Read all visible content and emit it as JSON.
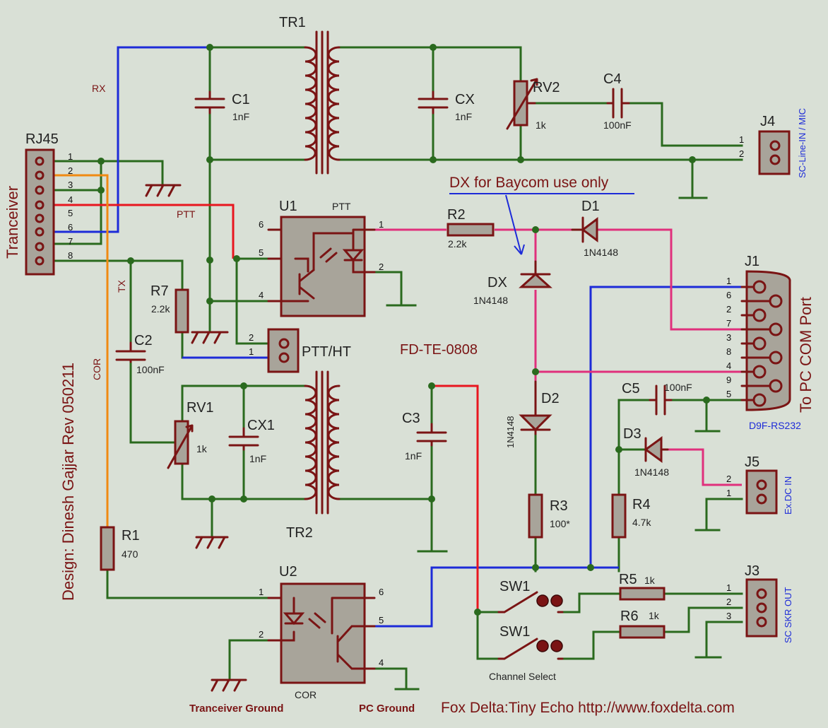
{
  "title_block": {
    "footer": "Fox Delta:Tiny Echo http://www.foxdelta.com",
    "designer": "Design: Dinesh Gajjar Rev 050211",
    "board_id": "FD-TE-0808",
    "note": "DX for Baycom use only",
    "left_label": "Tranceiver",
    "right_label": "To PC COM Port"
  },
  "components": {
    "tr1": "TR1",
    "tr2": "TR2",
    "c1": "C1",
    "c1_val": "1nF",
    "cx": "CX",
    "cx_val": "1nF",
    "rv2": "RV2",
    "rv2_val": "1k",
    "c4": "C4",
    "c4_val": "100nF",
    "j4": "J4",
    "j4_label": "SC-Line-IN / MIC",
    "rj45": "RJ45",
    "u1": "U1",
    "u1_ptt": "PTT",
    "r2": "R2",
    "r2_val": "2.2k",
    "d1": "D1",
    "d1_val": "1N4148",
    "dx": "DX",
    "dx_val": "1N4148",
    "j1": "J1",
    "j1_label": "D9F-RS232",
    "r7": "R7",
    "r7_val": "2.2k",
    "c2": "C2",
    "c2_val": "100nF",
    "ptt_ht": "PTT/HT",
    "rv1": "RV1",
    "rv1_val": "1k",
    "cx1": "CX1",
    "cx1_val": "1nF",
    "c3": "C3",
    "c3_val": "1nF",
    "d2": "D2",
    "d2_val": "1N4148",
    "c5": "C5",
    "c5_val": "100nF",
    "d3": "D3",
    "d3_val": "1N4148",
    "j5": "J5",
    "j5_label": "Ex.DC IN",
    "r3": "R3",
    "r3_val": "100*",
    "r4": "R4",
    "r4_val": "4.7k",
    "r1": "R1",
    "r1_val": "470",
    "u2": "U2",
    "u2_cor": "COR",
    "sw1a": "SW1",
    "sw1b": "SW1",
    "channel_select": "Channel Select",
    "r5": "R5",
    "r5_val": "1k",
    "r6": "R6",
    "r6_val": "1k",
    "j3": "J3",
    "j3_label": "SC SKR OUT",
    "tranceiver_ground": "Tranceiver Ground",
    "pc_ground": "PC Ground"
  },
  "nets": {
    "rx": "RX",
    "ptt": "PTT",
    "tx": "TX",
    "cor": "COR"
  },
  "pins": {
    "rj45": [
      "1",
      "2",
      "3",
      "4",
      "5",
      "6",
      "7",
      "8"
    ],
    "u1_p6": "6",
    "u1_p5": "5",
    "u1_p4": "4",
    "u1_p1": "1",
    "u1_p2": "2",
    "u2_p1": "1",
    "u2_p2": "2",
    "u2_p6": "6",
    "u2_p5": "5",
    "u2_p4": "4",
    "j4_p1": "1",
    "j4_p2": "2",
    "ptt_p2": "2",
    "ptt_p1": "1",
    "j1": [
      "1",
      "6",
      "2",
      "7",
      "3",
      "8",
      "4",
      "9",
      "5"
    ],
    "j5_p2": "2",
    "j5_p1": "1",
    "j3": [
      "1",
      "2",
      "3"
    ]
  }
}
